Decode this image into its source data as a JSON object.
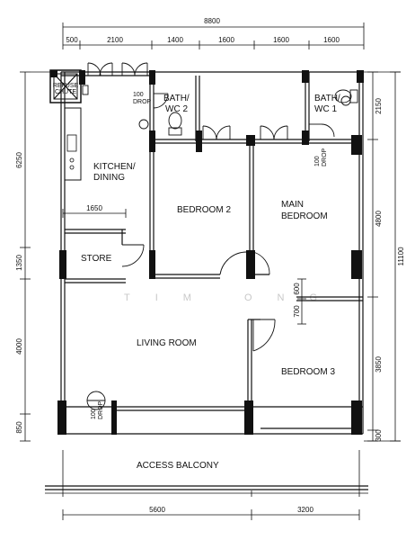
{
  "dimensions": {
    "overall_width": "8800",
    "top_segments": [
      "500",
      "2100",
      "1400",
      "1600",
      "1600",
      "1600"
    ],
    "left_segments": [
      "6250",
      "1350",
      "4000",
      "850"
    ],
    "right_segments": [
      "2150",
      "4800",
      "3850",
      "300"
    ],
    "right_overall": "11100",
    "bottom_segments": [
      "5600",
      "3200"
    ],
    "store_width": "1650",
    "door_600": "600",
    "door_700": "700"
  },
  "rooms": {
    "refuse_chute_1": "REFUSE",
    "refuse_chute_2": "CHUTE",
    "bath_wc2_1": "BATH/",
    "bath_wc2_2": "WC 2",
    "bath_wc1_1": "BATH/",
    "bath_wc1_2": "WC 1",
    "kitchen_1": "KITCHEN/",
    "kitchen_2": "DINING",
    "bedroom2": "BEDROOM 2",
    "main_bedroom_1": "MAIN",
    "main_bedroom_2": "BEDROOM",
    "store": "STORE",
    "living_room": "LIVING ROOM",
    "bedroom3": "BEDROOM 3",
    "access_balcony": "ACCESS BALCONY"
  },
  "drops": {
    "label_100": "100",
    "label_drop": "DROP"
  },
  "watermark": "TIM ONG"
}
